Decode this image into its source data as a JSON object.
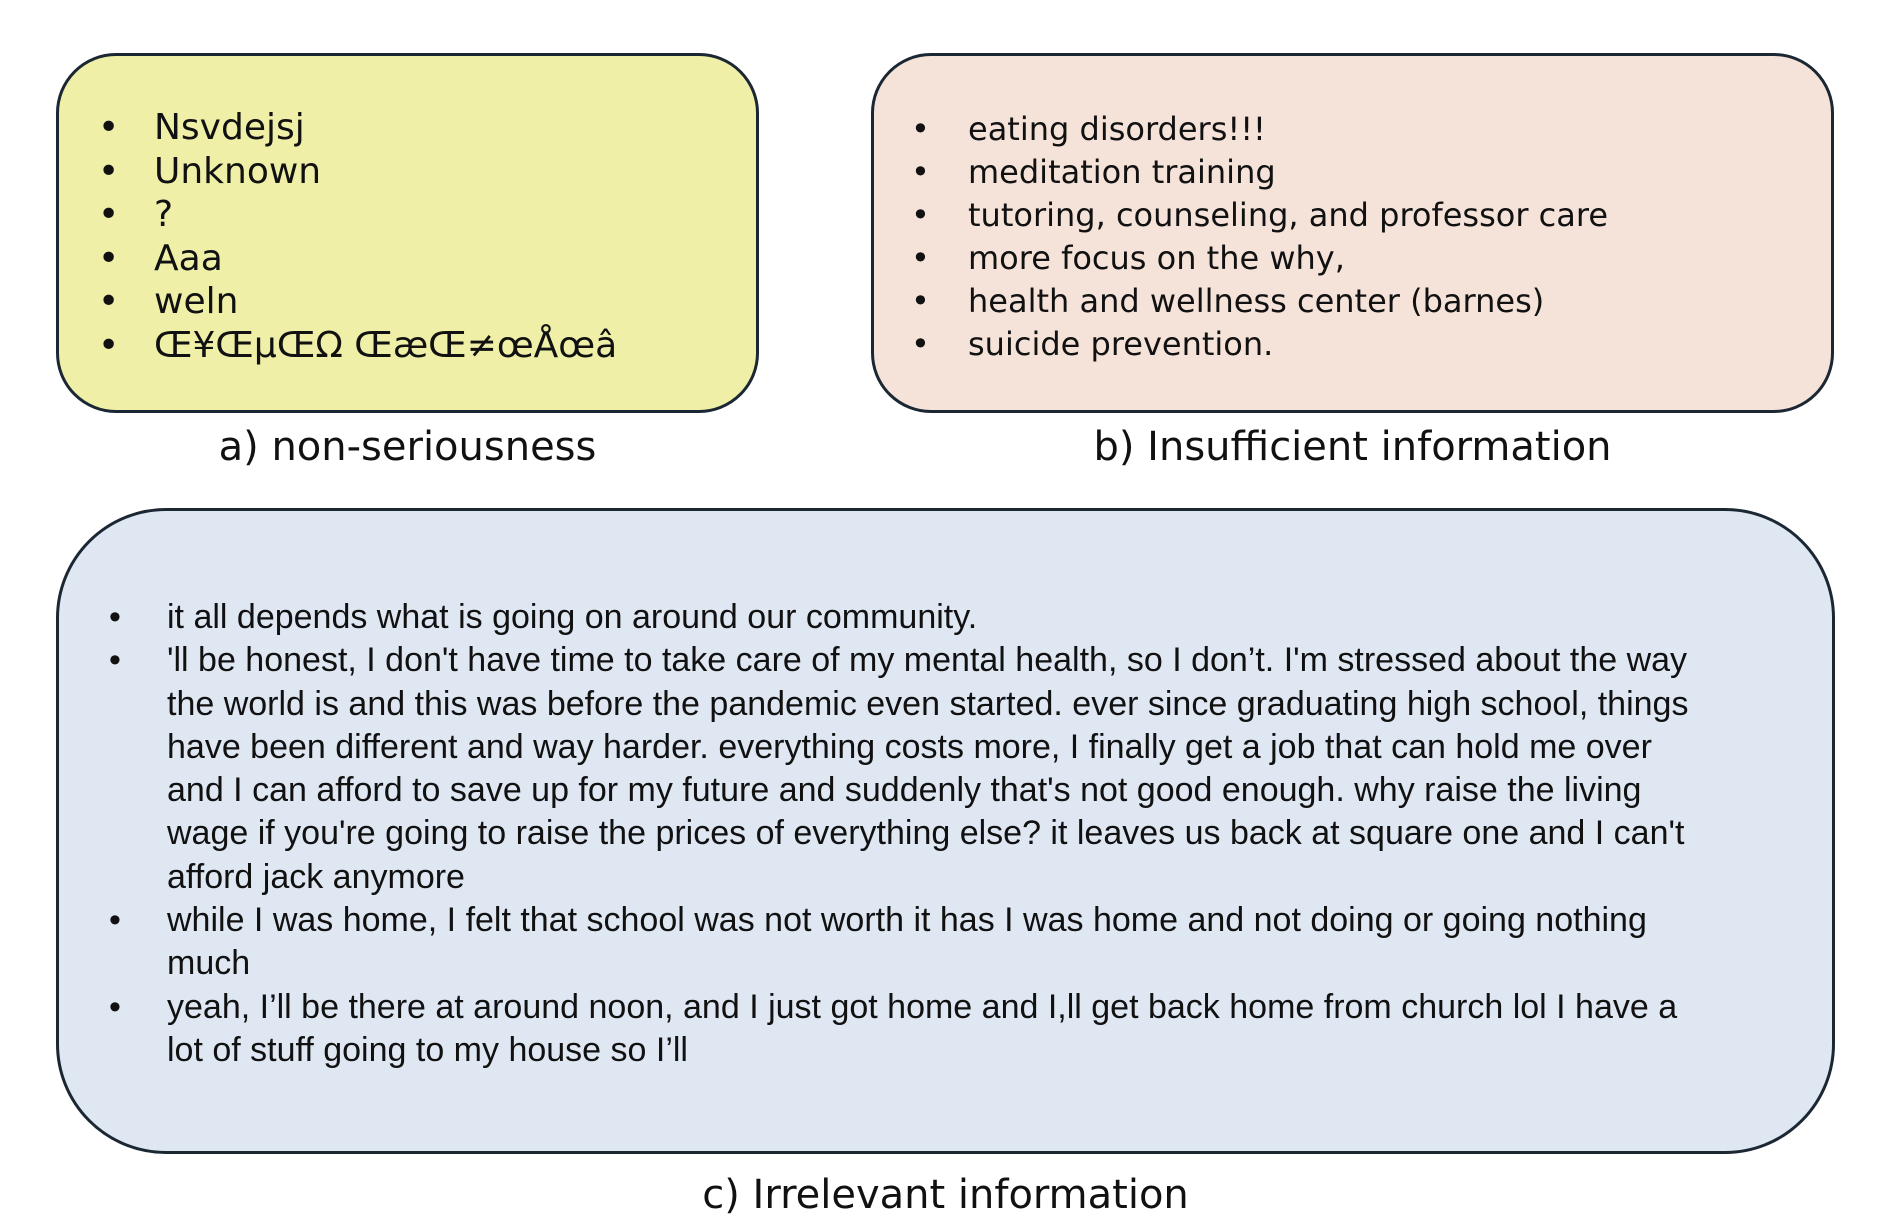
{
  "colors": {
    "box_a_fill": "#EFEFA8",
    "box_b_fill": "#F5E3DA",
    "box_c_fill": "#DFE7F3",
    "border": "#1B2733"
  },
  "bullet_glyph": "•",
  "panel_a": {
    "caption": "a) non-seriousness",
    "items": [
      "Nsvdejsj",
      "Unknown",
      "?",
      "Aaa",
      "weln",
      "Œ¥ŒµŒΩ ŒæŒ≠œÅœâ"
    ]
  },
  "panel_b": {
    "caption": "b)  Insufficient information",
    "items": [
      "eating disorders!!!",
      "meditation training",
      "tutoring, counseling, and professor care",
      "more focus on the why,",
      "health and wellness center (barnes)",
      "suicide prevention."
    ]
  },
  "panel_c": {
    "caption": "c) Irrelevant information",
    "items": [
      {
        "lines": [
          "it all depends what is going on around our community."
        ]
      },
      {
        "lines": [
          "'ll be honest, I don't have time to take care of my mental health, so I don’t. I'm stressed about the way",
          "the world is and this was before the pandemic even started. ever since graduating high school, things",
          "have been different and way harder. everything costs more, I finally get a job that can hold me over",
          "and I can afford to save up for my future and suddenly that's not good enough. why raise the living",
          "wage if you're going to raise the prices of everything else? it leaves us back at square one and I can't",
          "afford jack anymore"
        ]
      },
      {
        "lines": [
          "while I was home, I felt that school was not worth it has I was home and not doing or going nothing",
          "much"
        ]
      },
      {
        "lines": [
          "yeah, I’ll be there at around noon, and I just got home and I,ll get back home from church lol I have a",
          "lot of stuff going to my house so I’ll"
        ]
      }
    ]
  }
}
